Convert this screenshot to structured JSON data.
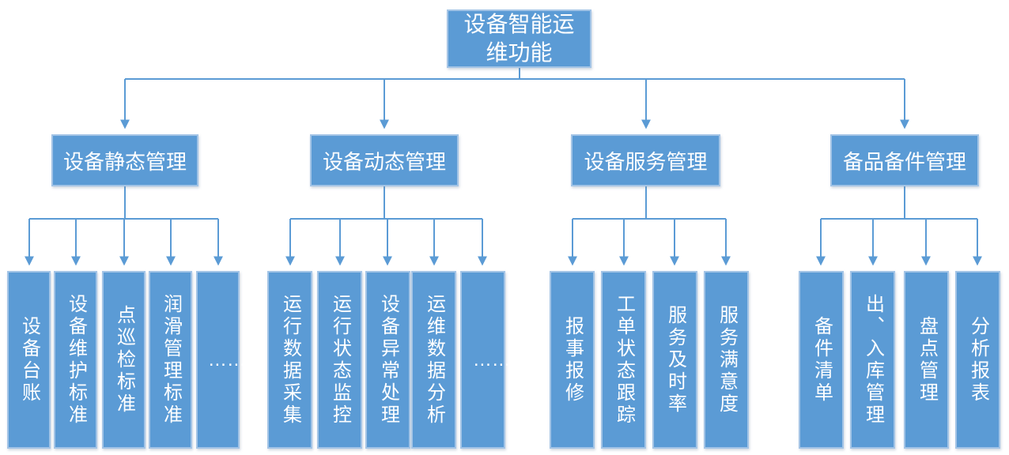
{
  "diagram": {
    "type": "hierarchy-flowchart",
    "colors": {
      "node_fill": "#5b9bd5",
      "node_border": "#a3c4e6",
      "node_text": "#ffffff",
      "connector": "#5b9bd5",
      "background": "#ffffff"
    },
    "tree": {
      "root": {
        "label": "设备智能运维功能"
      },
      "branches": [
        {
          "label": "设备静态管理",
          "children": [
            {
              "label": "设备台账"
            },
            {
              "label": "设备维护标准"
            },
            {
              "label": "点巡检标准"
            },
            {
              "label": "润滑管理标准"
            },
            {
              "label": "……"
            }
          ]
        },
        {
          "label": "设备动态管理",
          "children": [
            {
              "label": "运行数据采集"
            },
            {
              "label": "运行状态监控"
            },
            {
              "label": "设备异常处理"
            },
            {
              "label": "运维数据分析"
            },
            {
              "label": "……"
            }
          ]
        },
        {
          "label": "设备服务管理",
          "children": [
            {
              "label": "报事报修"
            },
            {
              "label": "工单状态跟踪"
            },
            {
              "label": "服务及时率"
            },
            {
              "label": "服务满意度"
            }
          ]
        },
        {
          "label": "备品备件管理",
          "children": [
            {
              "label": "备件清单"
            },
            {
              "label": "出、入库管理"
            },
            {
              "label": "盘点管理"
            },
            {
              "label": "分析报表"
            }
          ]
        }
      ]
    }
  }
}
